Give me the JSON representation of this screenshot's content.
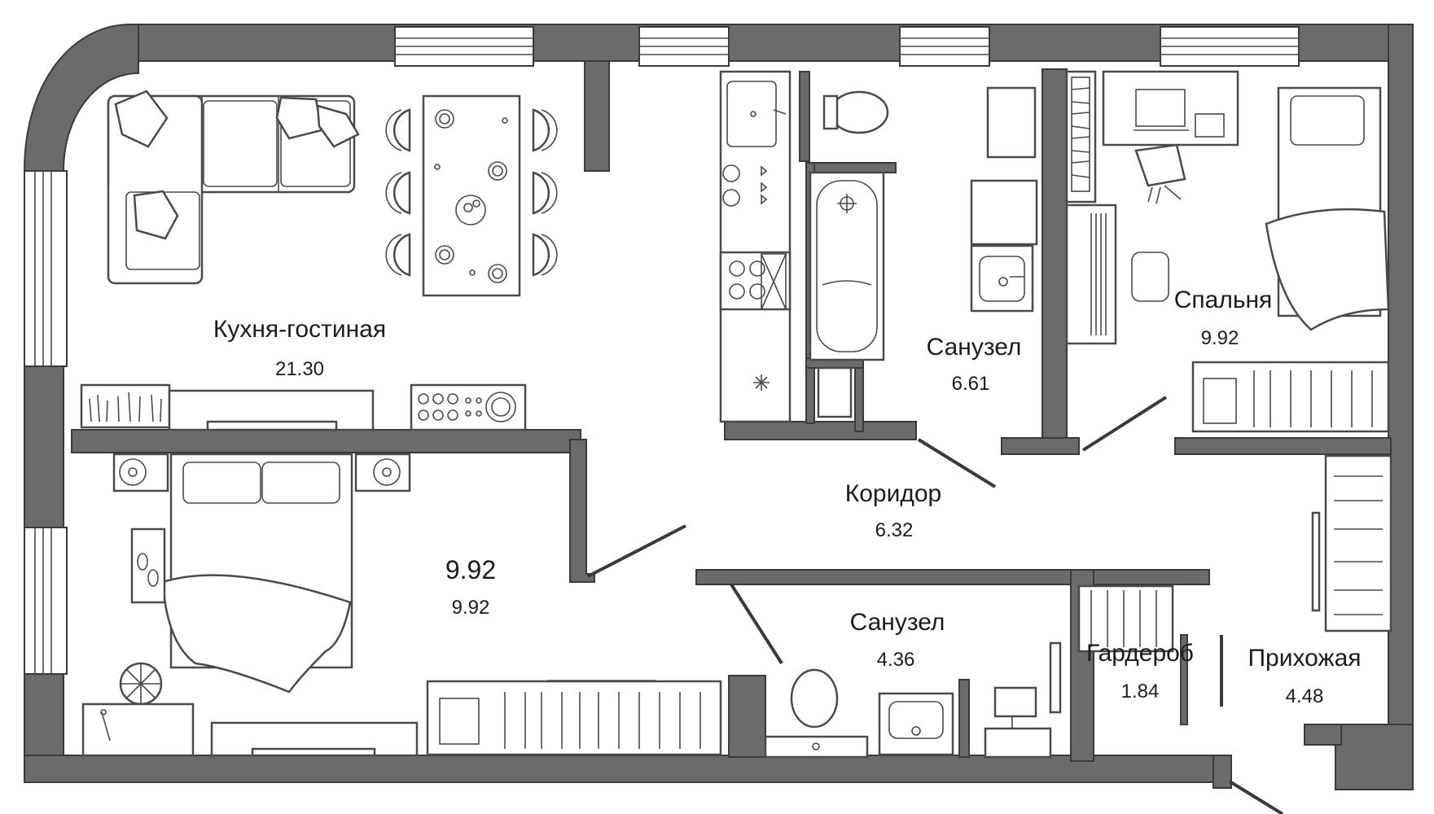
{
  "colors": {
    "wall": "#6b6b6b",
    "wall_edge": "#3a3a3a",
    "furniture_stroke": "#4a4a4a",
    "text": "#1c1c1c",
    "background": "#ffffff"
  },
  "rooms": {
    "kitchen_living": {
      "name": "Кухня-гостиная",
      "area": "21.30"
    },
    "bath_top": {
      "name": "Санузел",
      "area": "6.61"
    },
    "bedroom_right": {
      "name": "Спальня",
      "area": "9.92"
    },
    "corridor": {
      "name": "Коридор",
      "area": "6.32"
    },
    "bedroom_left": {
      "name": "9.92",
      "area": "9.92"
    },
    "bath_bottom": {
      "name": "Санузел",
      "area": "4.36"
    },
    "wardrobe": {
      "name": "Гардероб",
      "area": "1.84"
    },
    "hallway": {
      "name": "Прихожая",
      "area": "4.48"
    }
  }
}
